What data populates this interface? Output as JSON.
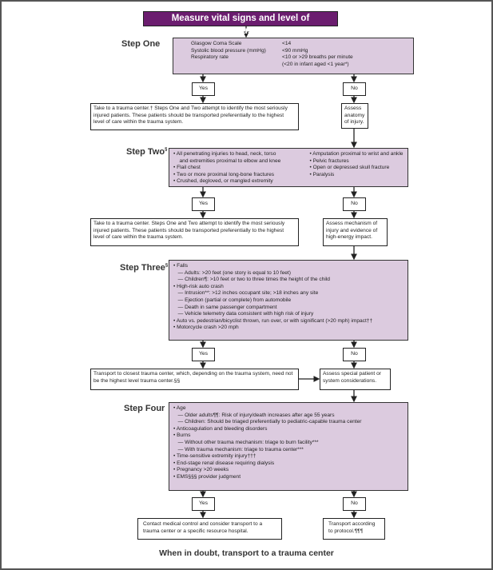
{
  "title": "Measure vital signs and level of consciousness",
  "step_one": {
    "label": "Step One",
    "criteria": [
      {
        "name": "Glasgow Coma Scale",
        "value": "<14"
      },
      {
        "name": "Systolic blood pressure (mmHg)",
        "value": "<90 mmHg"
      },
      {
        "name": "Respiratory rate",
        "value": "<10 or >29 breaths per minute"
      },
      {
        "name": "",
        "value": "(<20 in infant aged <1 year*)"
      }
    ],
    "yes": "Yes",
    "no": "No",
    "yes_result": "Take to a trauma center.† Steps One and Two attempt to identify the most seriously injured patients. These patients should be transported preferentially to the highest level of care within the trauma system.",
    "no_result": "Assess anatomy of injury."
  },
  "step_two": {
    "label": "Step Two",
    "footnote": "§",
    "left": [
      "• All penetrating injuries to head, neck, torso",
      "   and extremities proximal to elbow and knee",
      "• Flail chest",
      "• Two or more proximal long-bone fractures",
      "• Crushed, degloved, or mangled extremity"
    ],
    "right": [
      "• Amputation proximal to wrist and ankle",
      "• Pelvic fractures",
      "• Open or depressed skull fracture",
      "• Paralysis"
    ],
    "yes": "Yes",
    "no": "No",
    "yes_result": "Take to a trauma center. Steps One and Two attempt to identify the most seriously injured patients. These patients should be transported preferentially to the highest level of care within the trauma system.",
    "no_result": "Assess mechanism of injury and evidence of high-energy impact."
  },
  "step_three": {
    "label": "Step Three",
    "footnote": "§",
    "items": [
      "• Falls",
      "  — Adults: >20 feet (one story is equal to 10 feet)",
      "  — Children¶: >10 feet or two to three times the height of the child",
      "• High-risk auto crash",
      "  — Intrusion**: >12 inches occupant site; >18 inches any site",
      "  — Ejection (partial or complete) from automobile",
      "  — Death in same passenger compartment",
      "  — Vehicle telemetry data consistent with high risk of injury",
      "• Auto vs. pedestrian/bicyclist thrown, run over, or with significant (>20 mph) impact††",
      "• Motorcycle crash >20 mph"
    ],
    "yes": "Yes",
    "no": "No",
    "yes_result": "Transport to closest trauma center, which, depending on the trauma system, need not be the highest level trauma center.§§",
    "no_result": "Assess special patient or system considerations."
  },
  "step_four": {
    "label": "Step Four",
    "items": [
      "• Age",
      "  — Older adults¶¶: Risk of injury/death increases after age 55 years",
      "  — Children: Should be triaged preferentially to pediatric-capable trauma center",
      "• Anticoagulation and bleeding disorders",
      "• Burns",
      "  — Without other trauma mechanism: triage to burn facility***",
      "  — With trauma mechanism: triage to trauma center***",
      "• Time-sensitive extremity injury†††",
      "• End-stage renal disease requiring dialysis",
      "• Pregnancy >20 weeks",
      "• EMS§§§ provider judgment"
    ],
    "yes": "Yes",
    "no": "No",
    "yes_result": "Contact medical control and consider transport to a trauma center or a specific resource hospital.",
    "no_result": "Transport according to protocol.¶¶¶"
  },
  "footer": "When in doubt, transport to a trauma center",
  "colors": {
    "title_fill": "#6b1d6f",
    "criteria_fill": "#dccbdf"
  }
}
